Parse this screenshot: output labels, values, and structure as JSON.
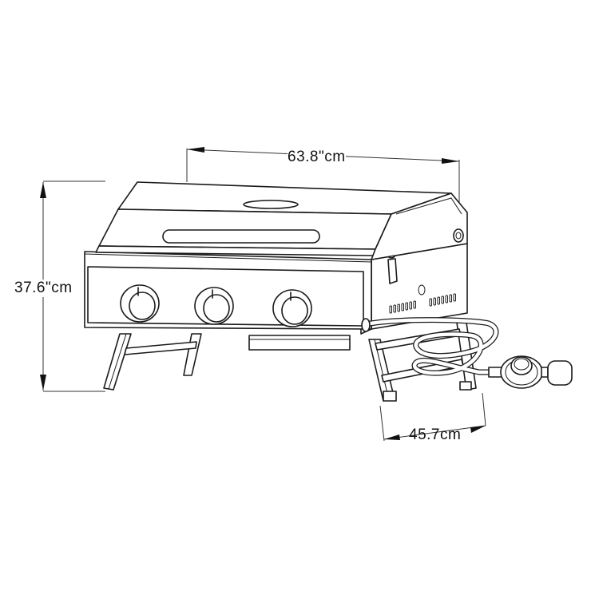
{
  "diagram": {
    "subject": "portable three-burner tabletop gas grill",
    "components": [
      "lid",
      "lid-handle",
      "lid-badge",
      "temperature-gauge",
      "lid-latch",
      "control-panel",
      "burner-knobs",
      "side-panel-vents",
      "folding-legs",
      "grease-tray",
      "gas-hose",
      "regulator"
    ],
    "knob_count": 3
  },
  "dimensions": {
    "width": {
      "label": "63.8\"cm"
    },
    "height": {
      "label": "37.6\"cm"
    },
    "depth": {
      "label": "45.7cm"
    }
  },
  "colors": {
    "line": "#1a1a1a",
    "background": "#ffffff"
  }
}
